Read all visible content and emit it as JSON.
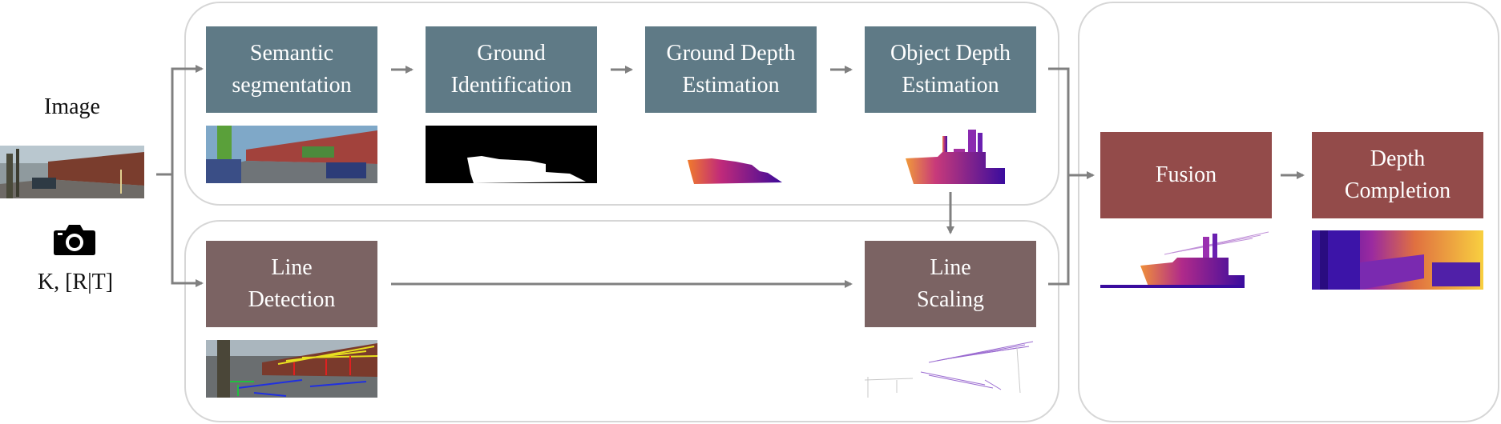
{
  "input": {
    "image_label": "Image",
    "camera_label": "K, [R|T]"
  },
  "nodes": {
    "semantic": "Semantic\nsegmentation",
    "ground_id": "Ground\nIdentification",
    "ground_depth": "Ground Depth\nEstimation",
    "object_depth": "Object Depth\nEstimation",
    "line_detection": "Line\nDetection",
    "line_scaling": "Line\nScaling",
    "fusion": "Fusion",
    "depth_completion": "Depth\nCompletion"
  },
  "colors": {
    "pipeline_box": "#5f7a86",
    "line_box": "#7b6363",
    "fusion_box": "#934b4a",
    "arrow": "#808080",
    "group_border": "#d6d6d6"
  },
  "icons": {
    "camera": "camera-icon"
  }
}
